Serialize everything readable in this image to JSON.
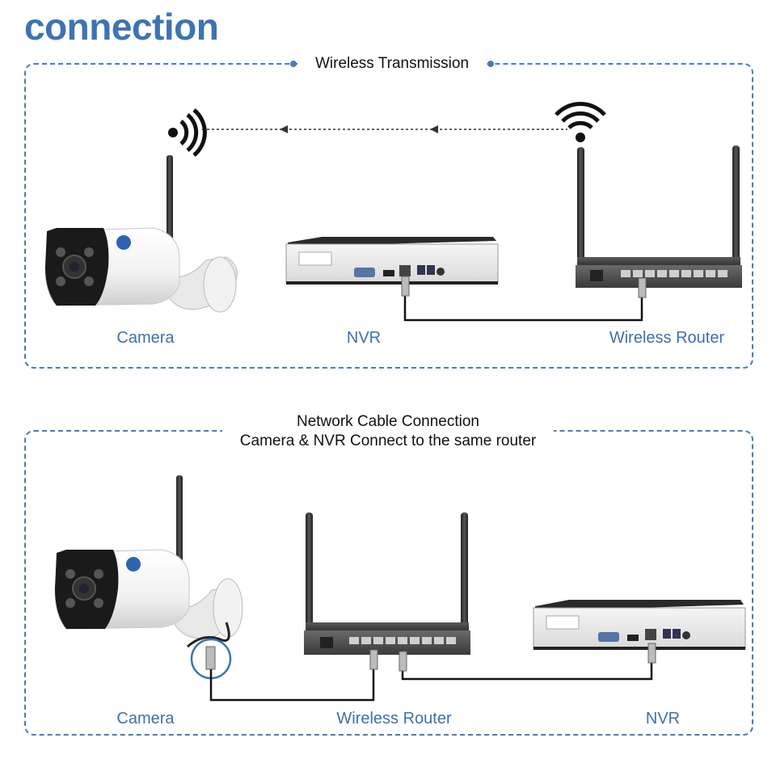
{
  "title": "connection",
  "section_wireless": {
    "heading": "Wireless Transmission",
    "labels": {
      "camera": "Camera",
      "nvr": "NVR",
      "router": "Wireless Router"
    }
  },
  "section_cable": {
    "heading_line1": "Network Cable Connection",
    "heading_line2": "Camera & NVR Connect to the same router",
    "labels": {
      "camera": "Camera",
      "router": "Wireless Router",
      "nvr": "NVR"
    }
  },
  "colors": {
    "accent": "#3e73b4",
    "border": "#4a7ab8",
    "label": "#3f6fae"
  }
}
